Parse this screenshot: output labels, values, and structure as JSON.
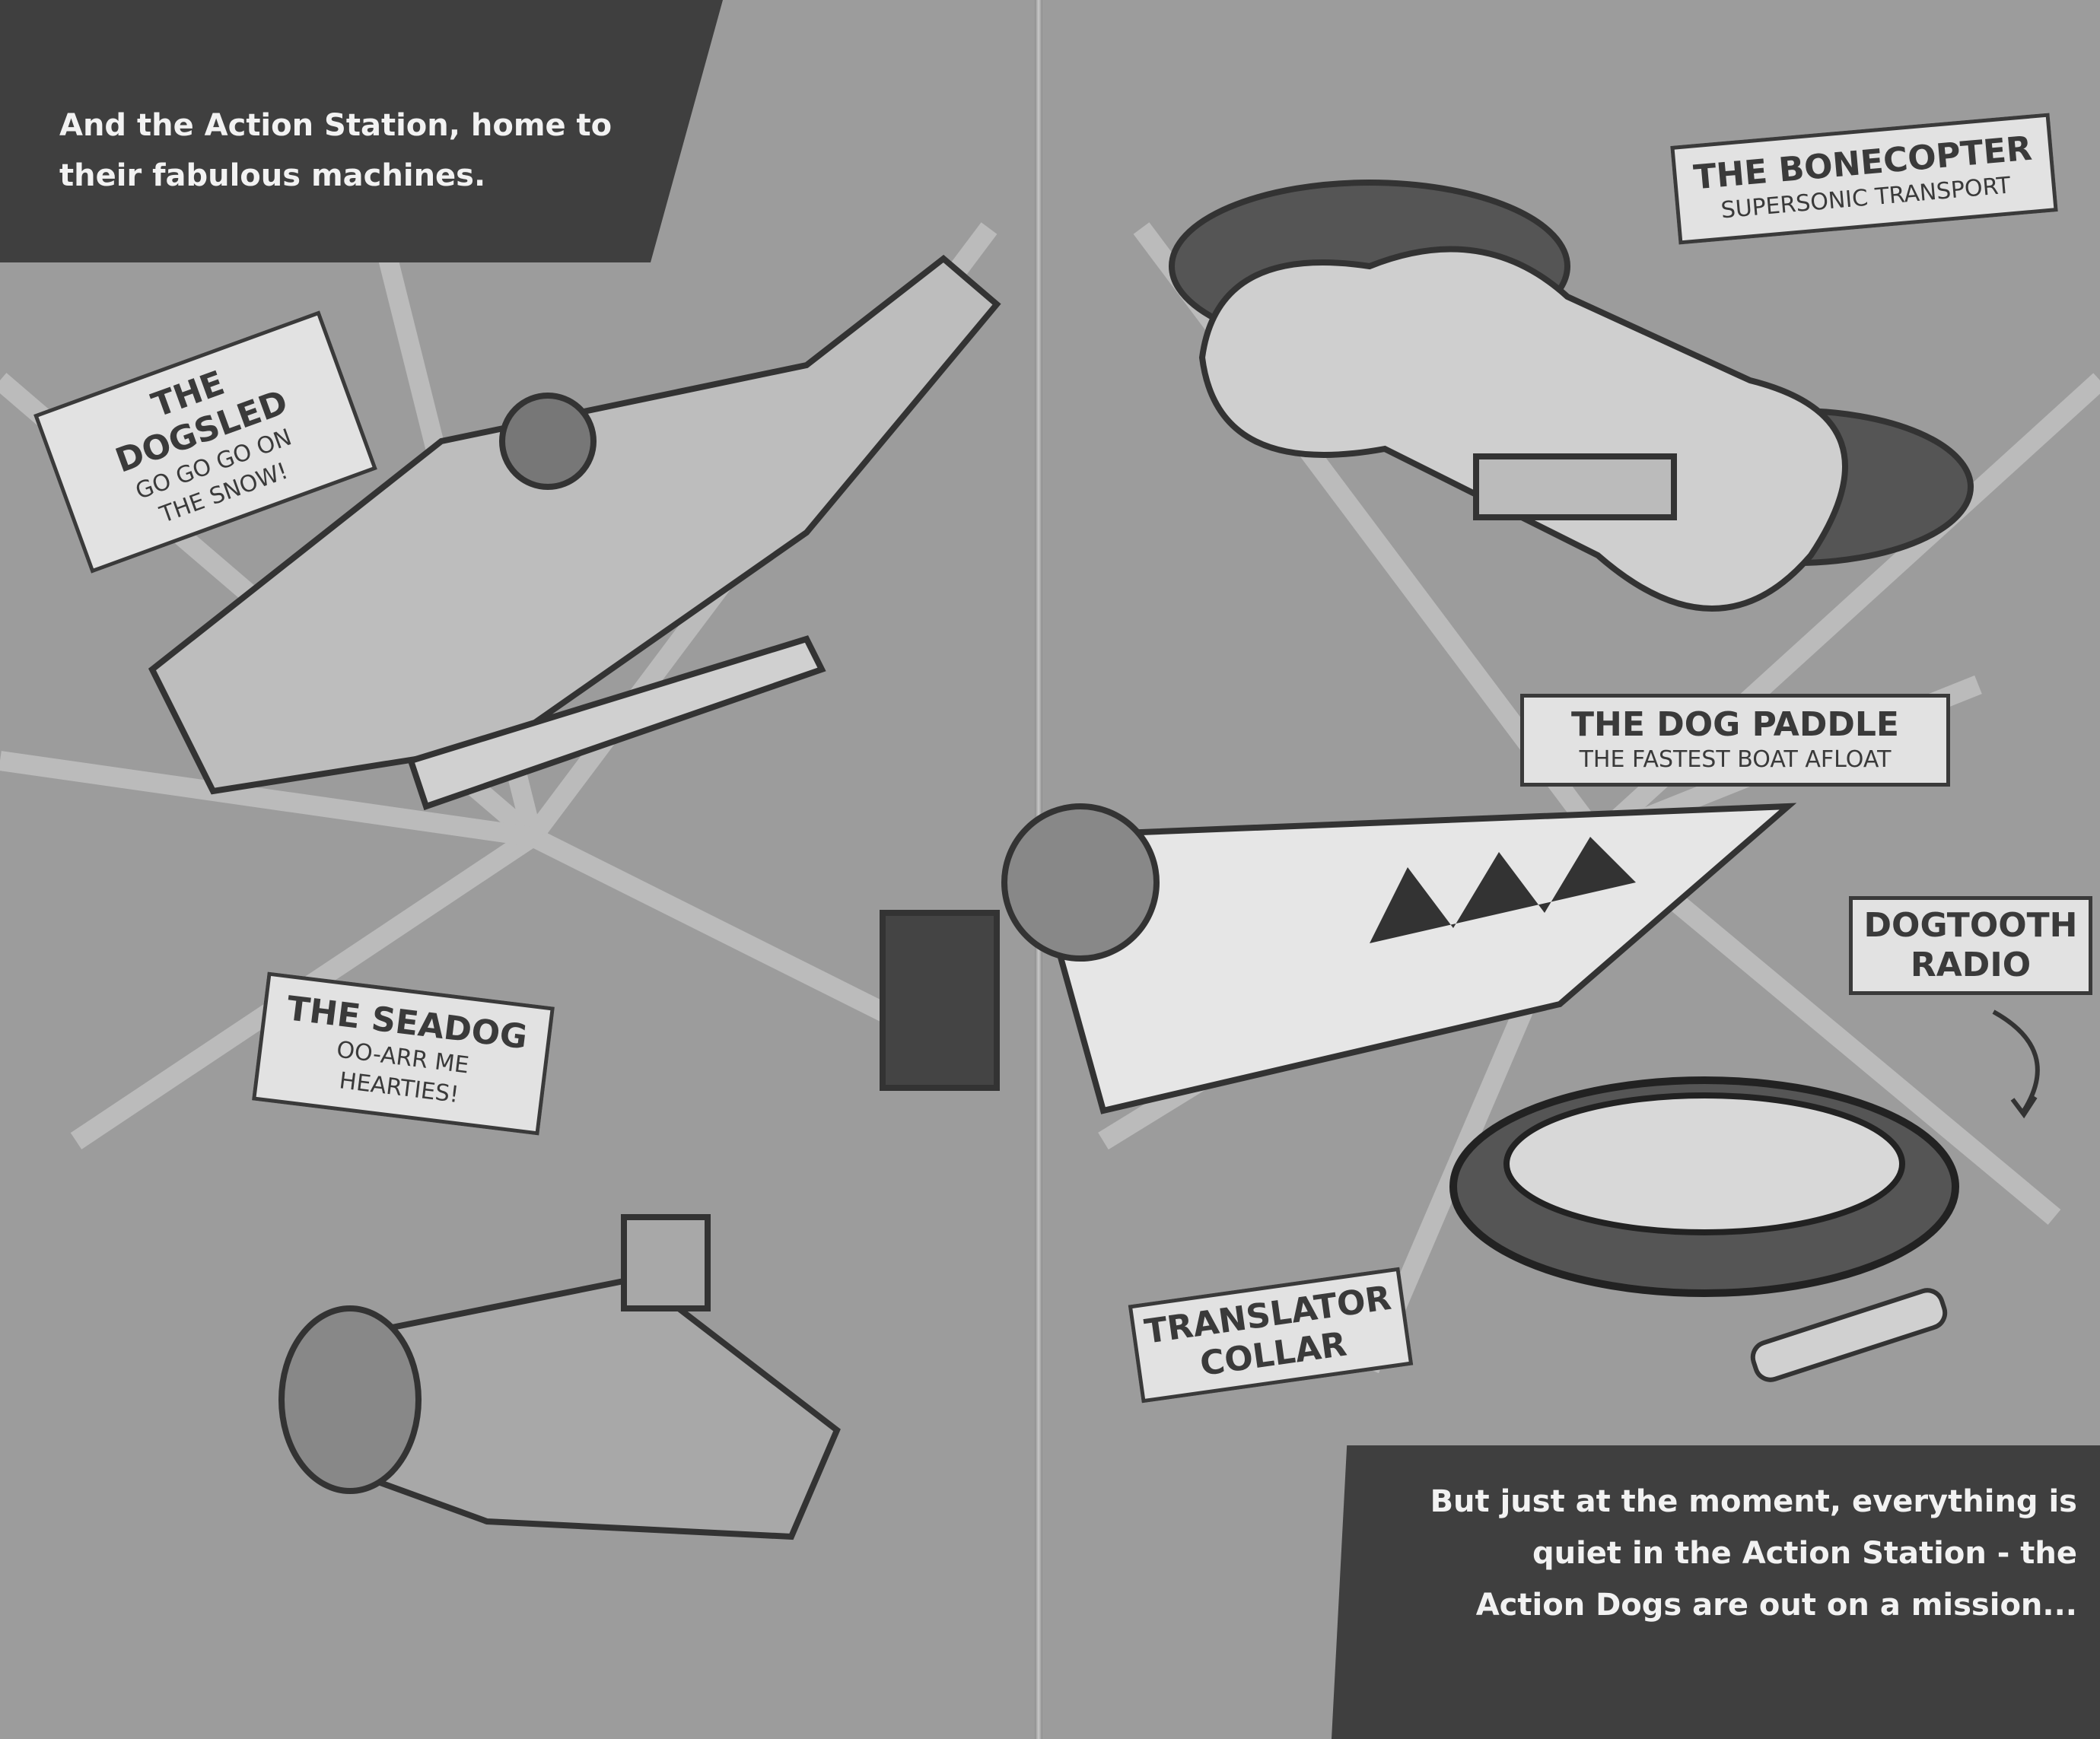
{
  "intro_text": [
    "And the Action Station, home to",
    "their fabulous machines."
  ],
  "outro_text": [
    "But just at the moment, everything is",
    "quiet in the Action Station - the",
    "Action Dogs are out on a mission..."
  ],
  "labels": {
    "dogsled": {
      "title": "THE DOGSLED",
      "subtitle": [
        "GO GO GO ON",
        "THE SNOW!"
      ]
    },
    "seadog": {
      "title": "THE SEADOG",
      "subtitle": [
        "OO-ARR ME",
        "HEARTIES!"
      ]
    },
    "bonecopter": {
      "title": "THE BONECOPTER",
      "subtitle": "SUPERSONIC TRANSPORT"
    },
    "dog_paddle": {
      "title": "THE DOG PADDLE",
      "subtitle": "THE FASTEST BOAT AFLOAT"
    },
    "dogtooth_radio": {
      "title": [
        "DOGTOOTH",
        "RADIO"
      ]
    },
    "translator_collar": {
      "title": [
        "TRANSLATOR",
        "COLLAR"
      ]
    }
  },
  "colors": {
    "background": "#9c9c9c",
    "dark_box": "#3f3f3f",
    "label_bg": "#e2e2e2",
    "ink": "#3a3a3a"
  }
}
